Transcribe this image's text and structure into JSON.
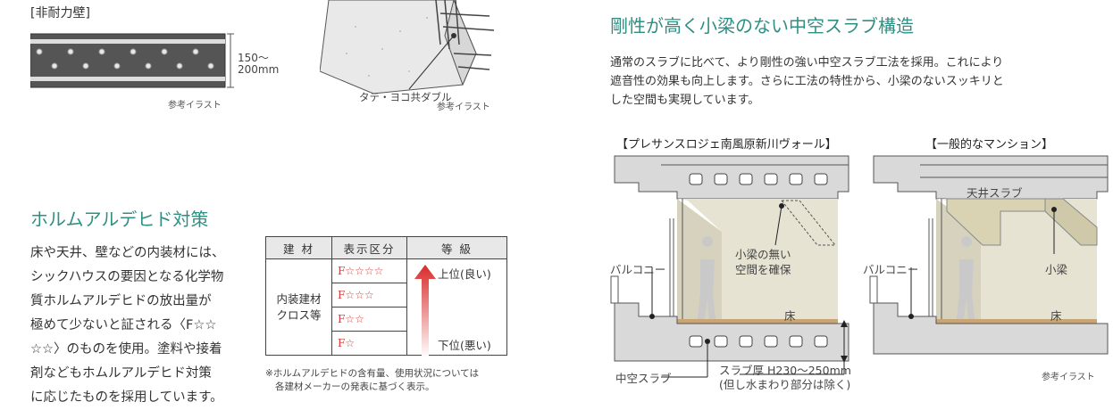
{
  "left": {
    "wall_label": "[非耐力壁]",
    "wall_thickness_top": "150〜",
    "wall_thickness_bottom": "200mm",
    "ref_illust_1": "参考イラスト",
    "double_label": "タテ・ヨコ共ダブル",
    "ref_illust_2": "参考イラスト"
  },
  "formaldehyde": {
    "heading": "ホルムアルデヒド対策",
    "body_lines": [
      "床や天井、壁などの内装材には、",
      "シックハウスの要因となる化学物",
      "質ホルムアルデヒドの放出量が",
      "極めて少ないと証される〈F☆☆",
      "☆☆〉のものを使用。塗料や接着",
      "剤などもホムルアルデヒド対策",
      "に応じたものを採用しています。"
    ],
    "table": {
      "headers": [
        "建 材",
        "表示区分",
        "等 級"
      ],
      "material": "内装建材クロス等",
      "material_line1": "内装建材",
      "material_line2": "クロス等",
      "grades": [
        "F☆☆☆☆",
        "F☆☆☆",
        "F☆☆",
        "F☆"
      ],
      "top_label": "上位(良い)",
      "bottom_label": "下位(悪い)"
    },
    "note_line1": "※ホルムアルデヒドの含有量、使用状況については",
    "note_line2": "各建材メーカーの発表に基づく表示。"
  },
  "slab": {
    "heading": "剛性が高く小梁のない中空スラブ構造",
    "body_lines": [
      "通常のスラブに比べて、より剛性の強い中空スラブ工法を採用。これにより",
      "遮音性の効果も向上します。さらに工法の特性から、小梁のないスッキリと",
      "した空間も実現しています。"
    ],
    "diagram_left_title": "【プレサンスロジェ南風原新川ヴォール】",
    "diagram_right_title": "【一般的なマンション】",
    "no_beam_line1": "小梁の無い",
    "no_beam_line2": "空間を確保",
    "balcony_left": "バルコニー",
    "balcony_right": "バルコニー",
    "floor_left": "床",
    "floor_right": "床",
    "ceiling_slab": "天井スラブ",
    "small_beam": "小梁",
    "hollow_slab": "中空スラブ",
    "slab_thickness": "スラブ厚 H230〜250mm",
    "slab_note": "(但し水まわり部分は除く)",
    "ref_illust": "参考イラスト"
  }
}
